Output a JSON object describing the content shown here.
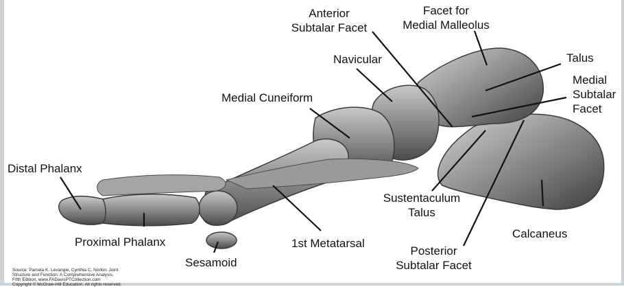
{
  "labels": {
    "anterior_subtalar_facet": [
      "Anterior",
      "Subtalar Facet"
    ],
    "facet_for_medial_malleolus": [
      "Facet for",
      "Medial Malleolus"
    ],
    "talus": "Talus",
    "navicular": "Navicular",
    "medial_subtalar_facet": [
      "Medial",
      "Subtalar",
      "Facet"
    ],
    "medial_cuneiform": "Medial Cuneiform",
    "distal_phalanx": "Distal Phalanx",
    "sustentaculum_talus": [
      "Sustentaculum",
      "Talus"
    ],
    "calcaneus": "Calcaneus",
    "proximal_phalanx": "Proximal Phalanx",
    "first_metatarsal": "1st Metatarsal",
    "posterior_subtalar_facet": [
      "Posterior",
      "Subtalar Facet"
    ],
    "sesamoid": "Sesamoid"
  },
  "source_credit": [
    "Source: Pamela K. Levangie, Cynthia C. Norkin: Joint",
    "Structure and Function: A Comprehensive Analysis,",
    "Fifth Edition, www.FADavisPTCollection.com",
    "Copyright © McGraw-Hill Education. All rights reserved."
  ]
}
